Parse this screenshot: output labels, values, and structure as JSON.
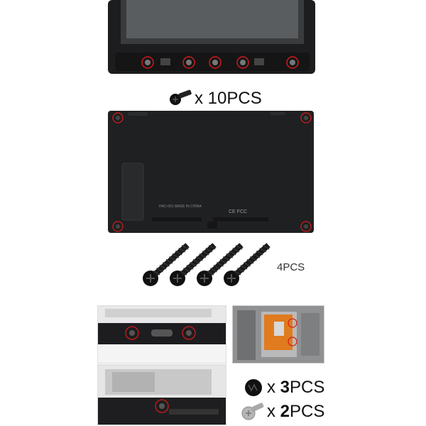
{
  "labels": {
    "top_count": "x 10PCS",
    "long_count": "4PCS",
    "black_count_prefix": "x ",
    "black_count_num": "3",
    "black_count_suffix": "PCS",
    "silver_count_prefix": "x ",
    "silver_count_num": "2",
    "silver_count_suffix": "PCS"
  },
  "back_panel_text": {
    "line1": "HAC-001  MADE IN CHINA",
    "line2": "CE  FCC"
  },
  "colors": {
    "highlight_circle": "#d11a1a",
    "device_dark": "#1e1e20",
    "screw_black": "#111111",
    "screw_silver": "#b5b5b5",
    "board_orange": "#e07b1f"
  }
}
